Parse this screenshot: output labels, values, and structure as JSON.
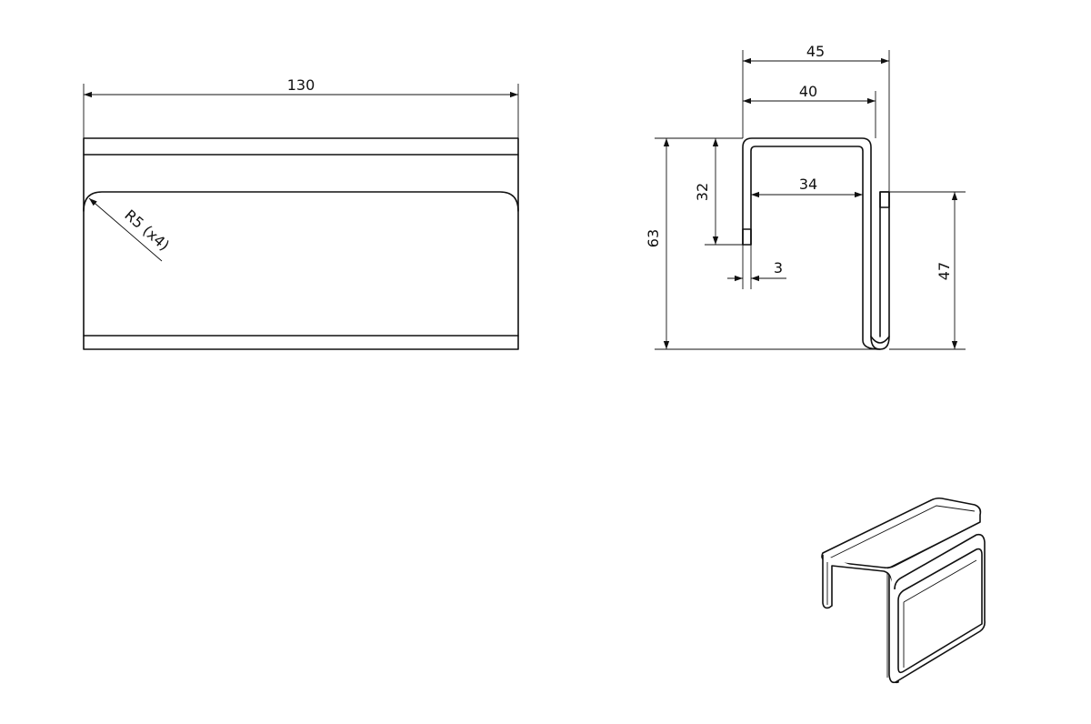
{
  "front_view": {
    "width_dim": "130",
    "radius_note": "R5 (x4)"
  },
  "side_view": {
    "outer_width_dim": "45",
    "inner_width_dim": "40",
    "opening_dim": "34",
    "short_leg_dim": "32",
    "total_height_dim": "63",
    "long_leg_dim": "47",
    "thickness_dim": "3"
  },
  "colors": {
    "line": "#111111",
    "background": "#ffffff"
  }
}
